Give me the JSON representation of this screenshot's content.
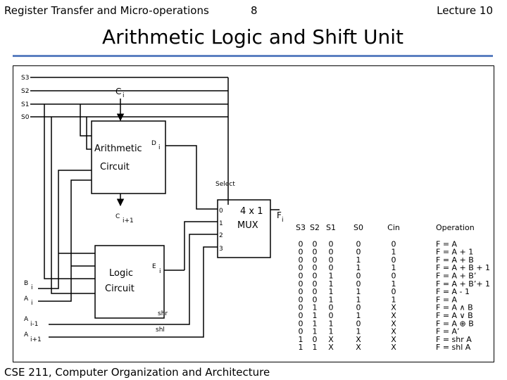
{
  "header": {
    "left": "Register Transfer and Micro-operations",
    "page": "8",
    "right": "Lecture 10"
  },
  "title": "Arithmetic Logic and Shift Unit",
  "footer": "CSE 211, Computer Organization and Architecture",
  "diagram": {
    "selects": [
      "S3",
      "S2",
      "S1",
      "S0"
    ],
    "ci_c": "C",
    "ci_i": "i",
    "arith_line1": "Arithmetic",
    "arith_line2": "Circuit",
    "di_d": "D",
    "di_i": "i",
    "select_label": "Select",
    "mux_inputs": [
      "0",
      "1",
      "2",
      "3"
    ],
    "mux_line1": "4 x 1",
    "mux_line2": "MUX",
    "fi_f": "F",
    "fi_i": "i",
    "cout_c": "C",
    "cout_sub": "i+1",
    "logic_line1": "Logic",
    "logic_line2": "Circuit",
    "ei_e": "E",
    "ei_i": "i",
    "bi_b": "B",
    "bi_i": "i",
    "ai_a": "A",
    "ai_i": "i",
    "ai1_a": "A",
    "ai1_sub": "i-1",
    "aip1_a": "A",
    "aip1_sub": "i+1",
    "shr": "shr",
    "shl": "shl"
  },
  "table": {
    "headers": [
      "S3",
      "S2",
      "S1",
      "S0",
      "Cin",
      "Operation"
    ],
    "rows": [
      [
        "0",
        "0",
        "0",
        "0",
        "0",
        "F = A"
      ],
      [
        "0",
        "0",
        "0",
        "0",
        "1",
        "F = A + 1"
      ],
      [
        "0",
        "0",
        "0",
        "1",
        "0",
        "F = A + B"
      ],
      [
        "0",
        "0",
        "0",
        "1",
        "1",
        "F = A + B + 1"
      ],
      [
        "0",
        "0",
        "1",
        "0",
        "0",
        "F = A + B’"
      ],
      [
        "0",
        "0",
        "1",
        "0",
        "1",
        "F = A + B’+ 1"
      ],
      [
        "0",
        "0",
        "1",
        "1",
        "0",
        "F = A - 1"
      ],
      [
        "0",
        "0",
        "1",
        "1",
        "1",
        "F = A"
      ],
      [
        "0",
        "1",
        "0",
        "0",
        "X",
        "F = A ∧ B"
      ],
      [
        "0",
        "1",
        "0",
        "1",
        "X",
        "F = A ∨ B"
      ],
      [
        "0",
        "1",
        "1",
        "0",
        "X",
        "F = A ⊕ B"
      ],
      [
        "0",
        "1",
        "1",
        "1",
        "X",
        "F = A’"
      ],
      [
        "1",
        "0",
        "X",
        "X",
        "X",
        "F = shr A"
      ],
      [
        "1",
        "1",
        "X",
        "X",
        "X",
        "F = shl A"
      ]
    ]
  }
}
